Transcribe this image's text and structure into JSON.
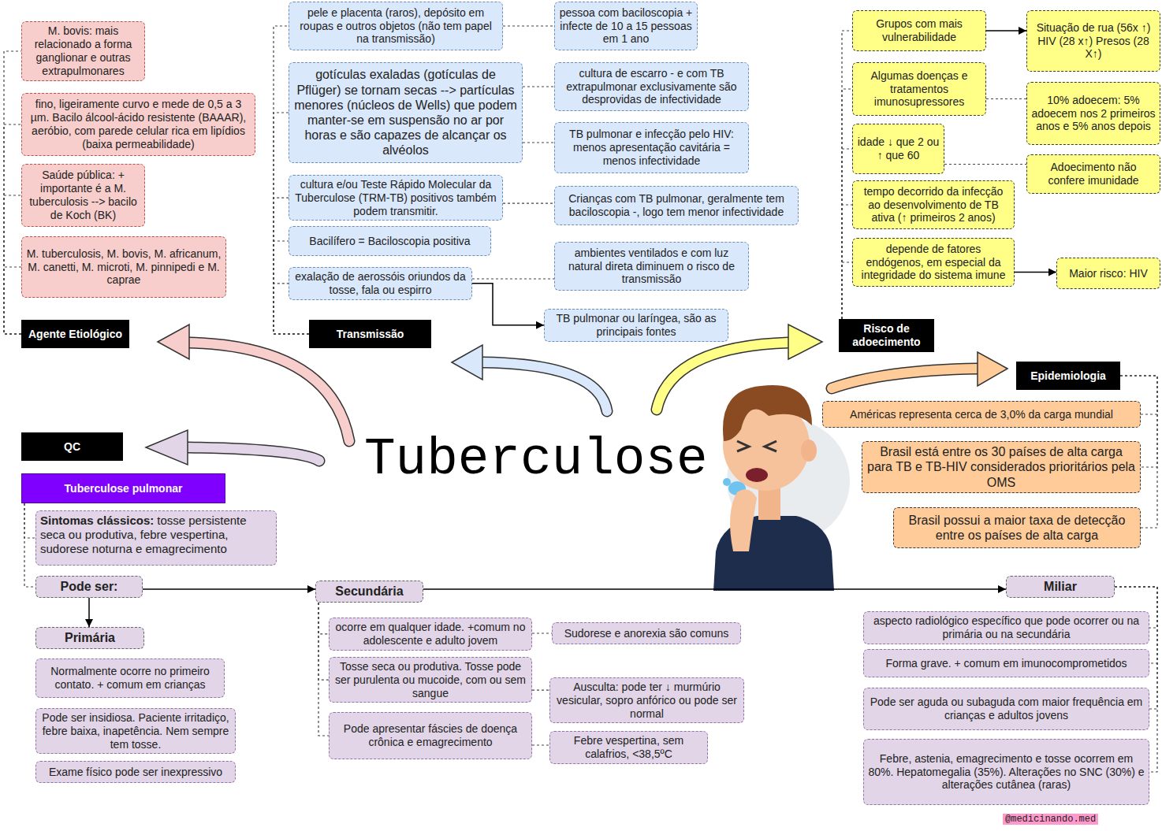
{
  "diagram": {
    "title": "Tuberculose",
    "nodes": [
      {
        "text": [
          "M. bovis: mais relacionado a forma ganglionar e outras extrapulmonares"
        ]
      },
      {
        "text": [
          "fino, ligeiramente curvo e mede de 0,5 a 3 µm. Bacilo álcool-ácido resistente (BAAAR), aeróbio, com parede celular rica em lipídios (baixa permeabilidade)"
        ]
      },
      {
        "text": [
          "Saúde pública: + importante é a M. tuberculosis --> bacilo de Koch (BK)"
        ]
      },
      {
        "text": [
          "M. tuberculosis, M. bovis, M. africanum, M. canetti, M. microti, M. pinnipedi e M. caprae"
        ]
      },
      {
        "text": [
          "Agente Etiológico"
        ]
      },
      {
        "text": [
          "pele e placenta (raros), depósito em roupas e outros objetos (não tem papel na transmissão)"
        ]
      },
      {
        "text": [
          "pessoa com baciloscopia + infecte de 10 a 15 pessoas em 1 ano"
        ]
      },
      {
        "text": [
          "gotículas exaladas (gotículas de Pflüger) se tornam secas --> partículas menores (núcleos de Wells) que podem manter-se em suspensão no ar por horas e são capazes de alcançar os alvéolos"
        ]
      },
      {
        "text": [
          "cultura de escarro - e com TB extrapulmonar exclusivamente são desprovidas de infectividade"
        ]
      },
      {
        "text": [
          "TB pulmonar e infecção pelo HIV: menos apresentação cavitária = menos infectividade"
        ]
      },
      {
        "text": [
          "cultura e/ou Teste Rápido Molecular da Tuberculose (TRM-TB) positivos também podem transmitir."
        ]
      },
      {
        "text": [
          "Crianças com TB pulmonar, geralmente tem baciloscopia -, logo tem menor infectividade"
        ]
      },
      {
        "text": [
          "Bacilífero = Baciloscopia positiva"
        ]
      },
      {
        "text": [
          "ambientes ventilados e com luz natural direta diminuem o risco de transmissão"
        ]
      },
      {
        "text": [
          "exalação de aerossóis oriundos da tosse, fala ou espirro"
        ]
      },
      {
        "text": [
          "TB pulmonar ou laríngea, são as principais fontes"
        ]
      },
      {
        "text": [
          "Transmissão"
        ]
      },
      {
        "text": [
          "Grupos com mais vulnerabilidade"
        ]
      },
      {
        "text": [
          "Situação de rua (56x ↑) HIV (28 x↑) Presos (28 X↑)"
        ]
      },
      {
        "text": [
          "Algumas doenças e tratamentos imunosupressores"
        ]
      },
      {
        "text": [
          "10% adoecem: 5% adoecem nos 2 primeiros anos e 5% anos depois"
        ]
      },
      {
        "text": [
          "idade ↓ que 2 ou ↑ que 60"
        ]
      },
      {
        "text": [
          "Adoecimento não confere imunidade"
        ]
      },
      {
        "text": [
          "tempo decorrido da infecção ao desenvolvimento de TB ativa (↑ primeiros 2 anos)"
        ]
      },
      {
        "text": [
          "depende de fatores endógenos, em especial da integridade do sistema imune"
        ]
      },
      {
        "text": [
          "Maior risco: HIV"
        ]
      },
      {
        "text": [
          "Risco de adoecimento"
        ]
      },
      {
        "text": [
          "Epidemiologia"
        ]
      },
      {
        "text": [
          "Américas representa cerca de 3,0% da carga mundial"
        ]
      },
      {
        "text": [
          "Brasil está entre os 30 países de alta carga para TB e TB-HIV considerados prioritários pela OMS"
        ]
      },
      {
        "text": [
          "Brasil possui a maior taxa de detecção entre os países de alta carga"
        ]
      },
      {
        "text": [
          "QC"
        ]
      },
      {
        "text": [
          "Tuberculose pulmonar"
        ]
      },
      {
        "text": [
          "Sintomas clássicos:",
          "tosse persistente seca ou produtiva, febre vespertina, sudorese noturna e emagrecimento"
        ]
      },
      {
        "text": [
          "Pode ser:"
        ]
      },
      {
        "text": [
          "Primária"
        ]
      },
      {
        "text": [
          "Normalmente ocorre no primeiro contato. + comum em crianças"
        ]
      },
      {
        "text": [
          "Pode ser insidiosa. Paciente irritadiço, febre baixa, inapetência. Nem sempre tem tosse."
        ]
      },
      {
        "text": [
          "Exame físico pode ser inexpressivo"
        ]
      },
      {
        "text": [
          "Secundária"
        ]
      },
      {
        "text": [
          "ocorre em qualquer idade. +comum no adolescente e adulto jovem"
        ]
      },
      {
        "text": [
          "Sudorese e anorexia são comuns"
        ]
      },
      {
        "text": [
          "Tosse seca ou produtiva. Tosse pode ser purulenta ou mucoide, com ou sem sangue"
        ]
      },
      {
        "text": [
          "Ausculta: pode ter ↓ murmúrio vesicular, sopro anfórico ou pode ser normal"
        ]
      },
      {
        "text": [
          "Pode apresentar fáscies de doença crônica e emagrecimento"
        ]
      },
      {
        "text": [
          "Febre vespertina, sem calafrios, <38,5ºC"
        ]
      },
      {
        "text": [
          "Miliar"
        ]
      },
      {
        "text": [
          "aspecto radiológico específico que pode ocorrer ou na primária ou na secundária"
        ]
      },
      {
        "text": [
          "Forma grave. + comum em imunocomprometidos"
        ]
      },
      {
        "text": [
          "Pode ser aguda ou subaguda com maior frequência em crianças e adultos jovens"
        ]
      },
      {
        "text": [
          "Febre, astenia, emagrecimento e tosse ocorrem em 80%. Hepatomegalia (35%). Alterações no SNC (30%) e alterações cutânea (raras)"
        ]
      }
    ],
    "edges": [
      {
        "from": 4,
        "to": 0,
        "arrow": "none"
      },
      {
        "from": 4,
        "to": 1,
        "arrow": "none"
      },
      {
        "from": 4,
        "to": 2,
        "arrow": "none"
      },
      {
        "from": 4,
        "to": 3,
        "arrow": "none"
      },
      {
        "from": 16,
        "to": 5,
        "arrow": "none"
      },
      {
        "from": 16,
        "to": 7,
        "arrow": "none"
      },
      {
        "from": 16,
        "to": 10,
        "arrow": "none"
      },
      {
        "from": 16,
        "to": 12,
        "arrow": "none"
      },
      {
        "from": 16,
        "to": 14,
        "arrow": "none"
      },
      {
        "from": 5,
        "to": 6,
        "arrow": "none"
      },
      {
        "from": 7,
        "to": 8,
        "arrow": "none"
      },
      {
        "from": 7,
        "to": 9,
        "arrow": "none"
      },
      {
        "from": 10,
        "to": 11,
        "arrow": "none"
      },
      {
        "from": 14,
        "to": 13,
        "arrow": "none"
      },
      {
        "from": 14,
        "to": 15,
        "arrow": "to"
      },
      {
        "from": 26,
        "to": 17,
        "arrow": "none"
      },
      {
        "from": 26,
        "to": 19,
        "arrow": "none"
      },
      {
        "from": 26,
        "to": 21,
        "arrow": "none"
      },
      {
        "from": 26,
        "to": 23,
        "arrow": "none"
      },
      {
        "from": 26,
        "to": 24,
        "arrow": "none"
      },
      {
        "from": 17,
        "to": 18,
        "arrow": "to"
      },
      {
        "from": 19,
        "to": 20,
        "arrow": "none"
      },
      {
        "from": 21,
        "to": 22,
        "arrow": "none"
      },
      {
        "from": 24,
        "to": 25,
        "arrow": "to"
      },
      {
        "from": 27,
        "to": 28,
        "arrow": "none"
      },
      {
        "from": 27,
        "to": 29,
        "arrow": "none"
      },
      {
        "from": 27,
        "to": 30,
        "arrow": "none"
      },
      {
        "from": 32,
        "to": 33,
        "arrow": "none"
      },
      {
        "from": 32,
        "to": 34,
        "arrow": "none"
      },
      {
        "from": 34,
        "to": 35,
        "arrow": "to"
      },
      {
        "from": 34,
        "to": 39,
        "arrow": "to"
      },
      {
        "from": 39,
        "to": 40,
        "arrow": "none"
      },
      {
        "from": 39,
        "to": 42,
        "arrow": "none"
      },
      {
        "from": 39,
        "to": 44,
        "arrow": "none"
      },
      {
        "from": 40,
        "to": 41,
        "arrow": "none"
      },
      {
        "from": 42,
        "to": 43,
        "arrow": "none"
      },
      {
        "from": 44,
        "to": 45,
        "arrow": "none"
      },
      {
        "from": 39,
        "to": 46,
        "arrow": "to"
      },
      {
        "from": 46,
        "to": 47,
        "arrow": "none"
      },
      {
        "from": 46,
        "to": 48,
        "arrow": "none"
      },
      {
        "from": 46,
        "to": 49,
        "arrow": "none"
      },
      {
        "from": 46,
        "to": 50,
        "arrow": "none"
      }
    ],
    "labels": [
      "@medicinando.med"
    ]
  }
}
